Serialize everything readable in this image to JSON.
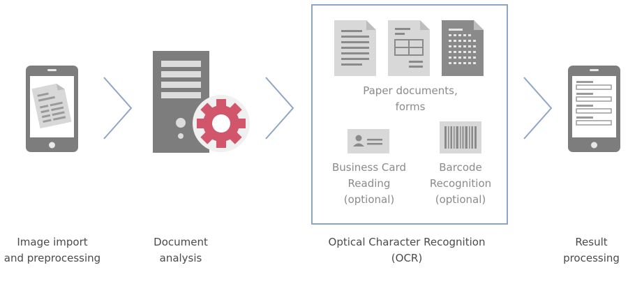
{
  "colors": {
    "device_gray": "#7d7d7d",
    "paper_gray": "#d8d8d8",
    "gear_red": "#d2566b",
    "arrow_blue": "#8ea6c6",
    "box_border": "#8ea6c6",
    "caption_text": "#4a4a4a",
    "inner_text": "#8a8a8a"
  },
  "steps": [
    {
      "caption_line1": "Image import",
      "caption_line2": "and preprocessing",
      "icon": "smartphone-document-icon"
    },
    {
      "caption_line1": "Document",
      "caption_line2": "analysis",
      "icon": "server-gear-icon"
    },
    {
      "caption_line1": "Optical Character Recognition",
      "caption_line2": "(OCR)",
      "icon": "ocr-box"
    },
    {
      "caption_line1": "Result",
      "caption_line2": "processing",
      "icon": "smartphone-form-icon"
    }
  ],
  "ocr": {
    "paper_label_line1": "Paper documents,",
    "paper_label_line2": "forms",
    "business_card": {
      "line1": "Business Card",
      "line2": "Reading",
      "line3": "(optional)"
    },
    "barcode": {
      "line1": "Barcode",
      "line2": "Recognition",
      "line3": "(optional)"
    }
  }
}
